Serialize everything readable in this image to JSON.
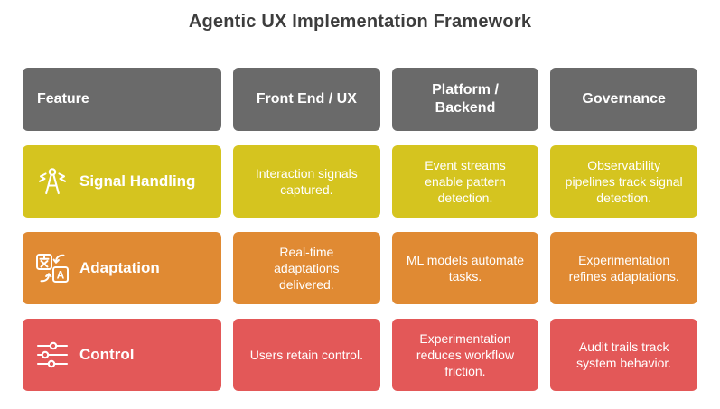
{
  "title": "Agentic UX Implementation Framework",
  "colors": {
    "title_text": "#3d3d3d",
    "header_bg": "#6a6a6a",
    "row_signal_bg": "#d5c41f",
    "row_adaptation_bg": "#e08a33",
    "row_control_bg": "#e35858",
    "cell_text": "#ffffff"
  },
  "table": {
    "headers": [
      "Feature",
      "Front End / UX",
      "Platform / Backend",
      "Governance"
    ],
    "rows": [
      {
        "feature": "Signal Handling",
        "icon": "antenna-icon",
        "color": "#d5c41f",
        "front_end_ux": "Interaction signals captured.",
        "platform_backend": "Event streams enable pattern detection.",
        "governance": "Observability pipelines track signal detection."
      },
      {
        "feature": "Adaptation",
        "icon": "translate-icon",
        "color": "#e08a33",
        "front_end_ux": "Real-time adaptations delivered.",
        "platform_backend": "ML models automate tasks.",
        "governance": "Experimentation refines adaptations."
      },
      {
        "feature": "Control",
        "icon": "sliders-icon",
        "color": "#e35858",
        "front_end_ux": "Users retain control.",
        "platform_backend": "Experimentation reduces workflow friction.",
        "governance": "Audit trails track system behavior."
      }
    ]
  }
}
